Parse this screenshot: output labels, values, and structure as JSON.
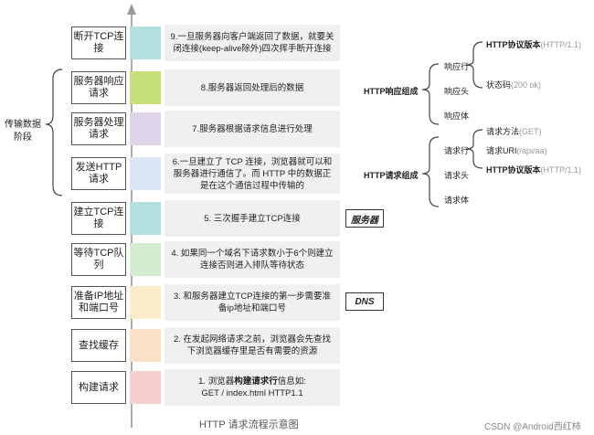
{
  "caption": "HTTP 请求流程示意图",
  "watermark": "CSDN @Android西红柿",
  "phase_label": "传输数据阶段",
  "stages": [
    {
      "label": "断开TCP连\n接",
      "desc": "9.一旦服务器向客户端返回了数据，就要关闭连接(keep-alive除外)四次挥手断开连接",
      "color": "#b2dfe0"
    },
    {
      "label": "服务器响应\n请求",
      "desc": "8.服务器返回处理后的数据",
      "color": "#c8e07a"
    },
    {
      "label": "服务器处理\n请求",
      "desc": "7.服务器根据请求信息进行处理",
      "color": "#ded4ea"
    },
    {
      "label": "发送HTTP\n请求",
      "desc": "6.一旦建立了 TCP 连接，浏览器就可以和服务器进行通信了。而 HTTP 中的数据正是在这个通信过程中传输的",
      "color": "#dae6f8"
    },
    {
      "label": "建立TCP连\n接",
      "desc": "5. 三次握手建立TCP连接",
      "color": "#b2dfe0"
    },
    {
      "label": "等待TCP队\n列",
      "desc": "4. 如果同一个域名下请求数小于6个则建立连接否则进入排队等待状态",
      "color": "#d4ecd0"
    },
    {
      "label": "准备IP地址\n和端口号",
      "desc": "3. 和服务器建立TCP连接的第一步需要准备ip地址和端口号",
      "color": "#fbeccb"
    },
    {
      "label": "查找缓存",
      "desc": "2. 在发起网络请求之前，浏览器会先查找下浏览器缓存里是否有需要的资源",
      "color": "#fce0c6"
    },
    {
      "label": "构建请求",
      "desc_prefix": "1. 浏览器",
      "desc_bold": "构建请求行",
      "desc_suffix": "信息如:",
      "desc_line2": "GET / index.html HTTP1.1",
      "color": "#f8cfcf"
    }
  ],
  "tags": {
    "server": "服务器",
    "dns": "DNS"
  },
  "response": {
    "title": "HTTP响应组成",
    "line": "响应行",
    "header": "响应头",
    "body": "响应体",
    "version": {
      "bold": "HTTP协议版本",
      "grey": "(HTTP/1.1)"
    },
    "status": {
      "bold": "状态码",
      "grey": "(200 ok)"
    }
  },
  "request": {
    "title": "HTTP请求组成",
    "line": "请求行",
    "header": "请求头",
    "body": "请求体",
    "method": {
      "bold": "请求方法",
      "grey": "(GET)"
    },
    "uri": {
      "bold": "请求URI",
      "grey": "(/api/aa)"
    },
    "version": {
      "bold": "HTTP协议版本",
      "grey": "(HTTP/1.1)"
    }
  }
}
